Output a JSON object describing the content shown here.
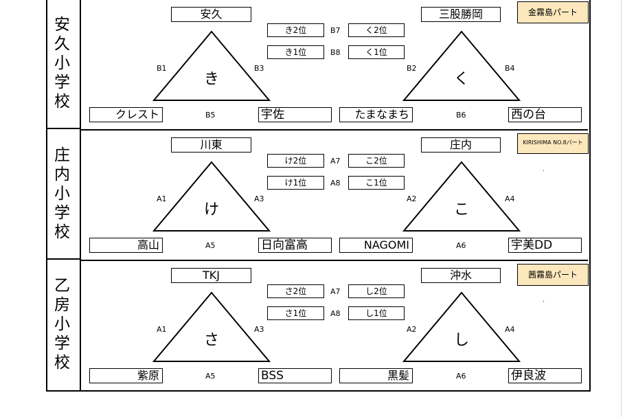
{
  "sections": [
    {
      "school": [
        "安",
        "久",
        "小",
        "学",
        "校"
      ],
      "part_label": "金霧島パート",
      "left": {
        "top_team": "安久",
        "label": "き",
        "code_left": "B1",
        "code_right": "B3",
        "bottom_left_team": "クレスト",
        "bottom_code": "B5",
        "bottom_right_team": "宇佐"
      },
      "right": {
        "top_team": "三股勝岡",
        "label": "く",
        "code_left": "B2",
        "code_right": "B4",
        "bottom_left_team": "たまなまち",
        "bottom_code": "B6",
        "bottom_right_team": "西の台"
      },
      "middle": [
        {
          "left": "き2位",
          "code": "B7",
          "right": "く2位"
        },
        {
          "left": "き1位",
          "code": "B8",
          "right": "く1位"
        }
      ],
      "dot": ""
    },
    {
      "school": [
        "庄",
        "内",
        "小",
        "学",
        "校"
      ],
      "part_label": "KIRISHIMA NO.8パート",
      "left": {
        "top_team": "川東",
        "label": "け",
        "code_left": "A1",
        "code_right": "A3",
        "bottom_left_team": "高山",
        "bottom_code": "A5",
        "bottom_right_team": "日向富高"
      },
      "right": {
        "top_team": "庄内",
        "label": "こ",
        "code_left": "A2",
        "code_right": "A4",
        "bottom_left_team": "NAGOMI",
        "bottom_code": "A6",
        "bottom_right_team": "宇美DD"
      },
      "middle": [
        {
          "left": "け2位",
          "code": "A7",
          "right": "こ2位"
        },
        {
          "left": "け1位",
          "code": "A8",
          "right": "こ1位"
        }
      ],
      "dot": "."
    },
    {
      "school": [
        "乙",
        "房",
        "小",
        "学",
        "校"
      ],
      "part_label": "茜霧島パート",
      "left": {
        "top_team": "TKJ",
        "label": "さ",
        "code_left": "A1",
        "code_right": "A3",
        "bottom_left_team": "紫原",
        "bottom_code": "A5",
        "bottom_right_team": "BSS"
      },
      "right": {
        "top_team": "沖水",
        "label": "し",
        "code_left": "A2",
        "code_right": "A4",
        "bottom_left_team": "黒髪",
        "bottom_code": "A6",
        "bottom_right_team": "伊良波"
      },
      "middle": [
        {
          "left": "さ2位",
          "code": "A7",
          "right": "し2位"
        },
        {
          "left": "さ1位",
          "code": "A8",
          "right": "し1位"
        }
      ],
      "dot": "."
    }
  ]
}
